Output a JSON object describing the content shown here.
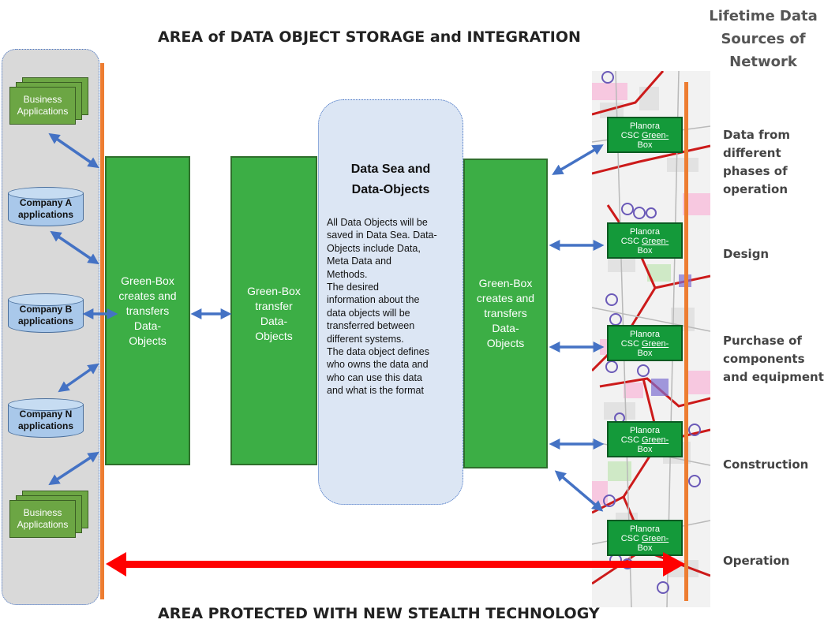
{
  "titles": {
    "top": "AREA of DATA OBJECT STORAGE and INTEGRATION",
    "bottom": "AREA PROTECTED WITH NEW STEALTH TECHNOLOGY",
    "right": "Lifetime Data\nSources of\nNetwork"
  },
  "left_panel": {
    "business_top": "Business\nApplications",
    "company_a": "Company A\napplications",
    "company_b": "Company B\napplications",
    "company_n": "Company N\napplications",
    "business_bottom": "Business\nApplications"
  },
  "green_boxes": {
    "left": "Green-Box\ncreates and\ntransfers\nData-\nObjects",
    "middle": "Green-Box\ntransfer\nData-\nObjects",
    "right": "Green-Box\ncreates and\ntransfers\nData-\nObjects"
  },
  "data_sea": {
    "title": "Data Sea and\nData-Objects",
    "body": "All Data Objects will be\nsaved in Data Sea. Data-\nObjects include Data,\nMeta Data and\nMethods.\nThe desired\ninformation about the\ndata objects will be\ntransferred between\ndifferent systems.\nThe data object defines\nwho owns the data and\nwho can use this data\nand what is the format"
  },
  "planora": {
    "line1": "Planora",
    "line2_prefix": "CSC ",
    "line2_link": "Green-",
    "line3": "Box"
  },
  "phases": [
    "Data from\ndifferent\nphases of\noperation",
    "Design",
    "Purchase of\ncomponents\nand equipment",
    "Construction",
    "Operation"
  ],
  "colors": {
    "green_box": "#3cae45",
    "planora_box": "#149a3a",
    "connector_arrow": "#4472c4",
    "orange_bar": "#ed7d31",
    "red_arrow": "#ff0000"
  }
}
